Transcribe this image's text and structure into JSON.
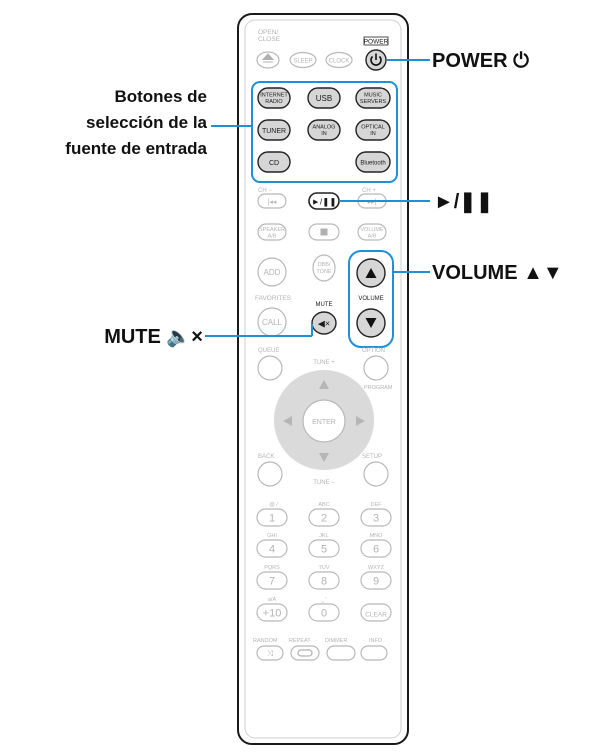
{
  "remote": {
    "open_close": "OPEN/\nCLOSE",
    "power": "POWER",
    "sleep": "SLEEP",
    "clock": "CLOCK",
    "internet_radio": "INTERNET\nRADIO",
    "usb": "USB",
    "music_servers": "MUSIC\nSERVERS",
    "tuner": "TUNER",
    "analog_in": "ANALOG\nIN",
    "optical_in": "OPTICAL\nIN",
    "cd": "CD",
    "bluetooth": "Bluetooth",
    "ch_minus": "CH −",
    "ch_plus": "CH +",
    "speaker_ab": "SPEAKER\nA/B",
    "volume_ab": "VOLUME\nA/B",
    "add": "ADD",
    "dbb_tone": "DBB/\nTONE",
    "favorites": "FAVORITES",
    "mute": "MUTE",
    "volume": "VOLUME",
    "call": "CALL",
    "queue": "QUEUE",
    "option": "OPTION",
    "tune_plus": "TUNE +",
    "tune_minus": "TUNE −",
    "program": "PROGRAM",
    "enter": "ENTER",
    "back": "BACK",
    "setup": "SETUP",
    "keypad": [
      {
        "sub": ". @ /",
        "num": "1"
      },
      {
        "sub": "ABC",
        "num": "2"
      },
      {
        "sub": "DEF",
        "num": "3"
      },
      {
        "sub": "GHI",
        "num": "4"
      },
      {
        "sub": "JKL",
        "num": "5"
      },
      {
        "sub": "MNO",
        "num": "6"
      },
      {
        "sub": "PQRS",
        "num": "7"
      },
      {
        "sub": "TUV",
        "num": "8"
      },
      {
        "sub": "WXYZ",
        "num": "9"
      },
      {
        "sub": "a/A",
        "num": "+10"
      },
      {
        "sub": "⎵ '",
        "num": "0"
      },
      {
        "sub": "",
        "num": "CLEAR"
      }
    ],
    "random": "RANDOM",
    "repeat": "REPEAT",
    "dimmer": "DIMMER",
    "info": "INFO"
  },
  "callouts": {
    "power": "POWER ⏻",
    "input_source_line1": "Botones de",
    "input_source_line2": "selección de la",
    "input_source_line3": "fuente de entrada",
    "play_pause": "►/❚❚",
    "volume": "VOLUME ▲▼",
    "mute": "MUTE 🔈×"
  },
  "colors": {
    "leader": "#1f8fd6",
    "highlight_box": "#1f8fd6"
  }
}
